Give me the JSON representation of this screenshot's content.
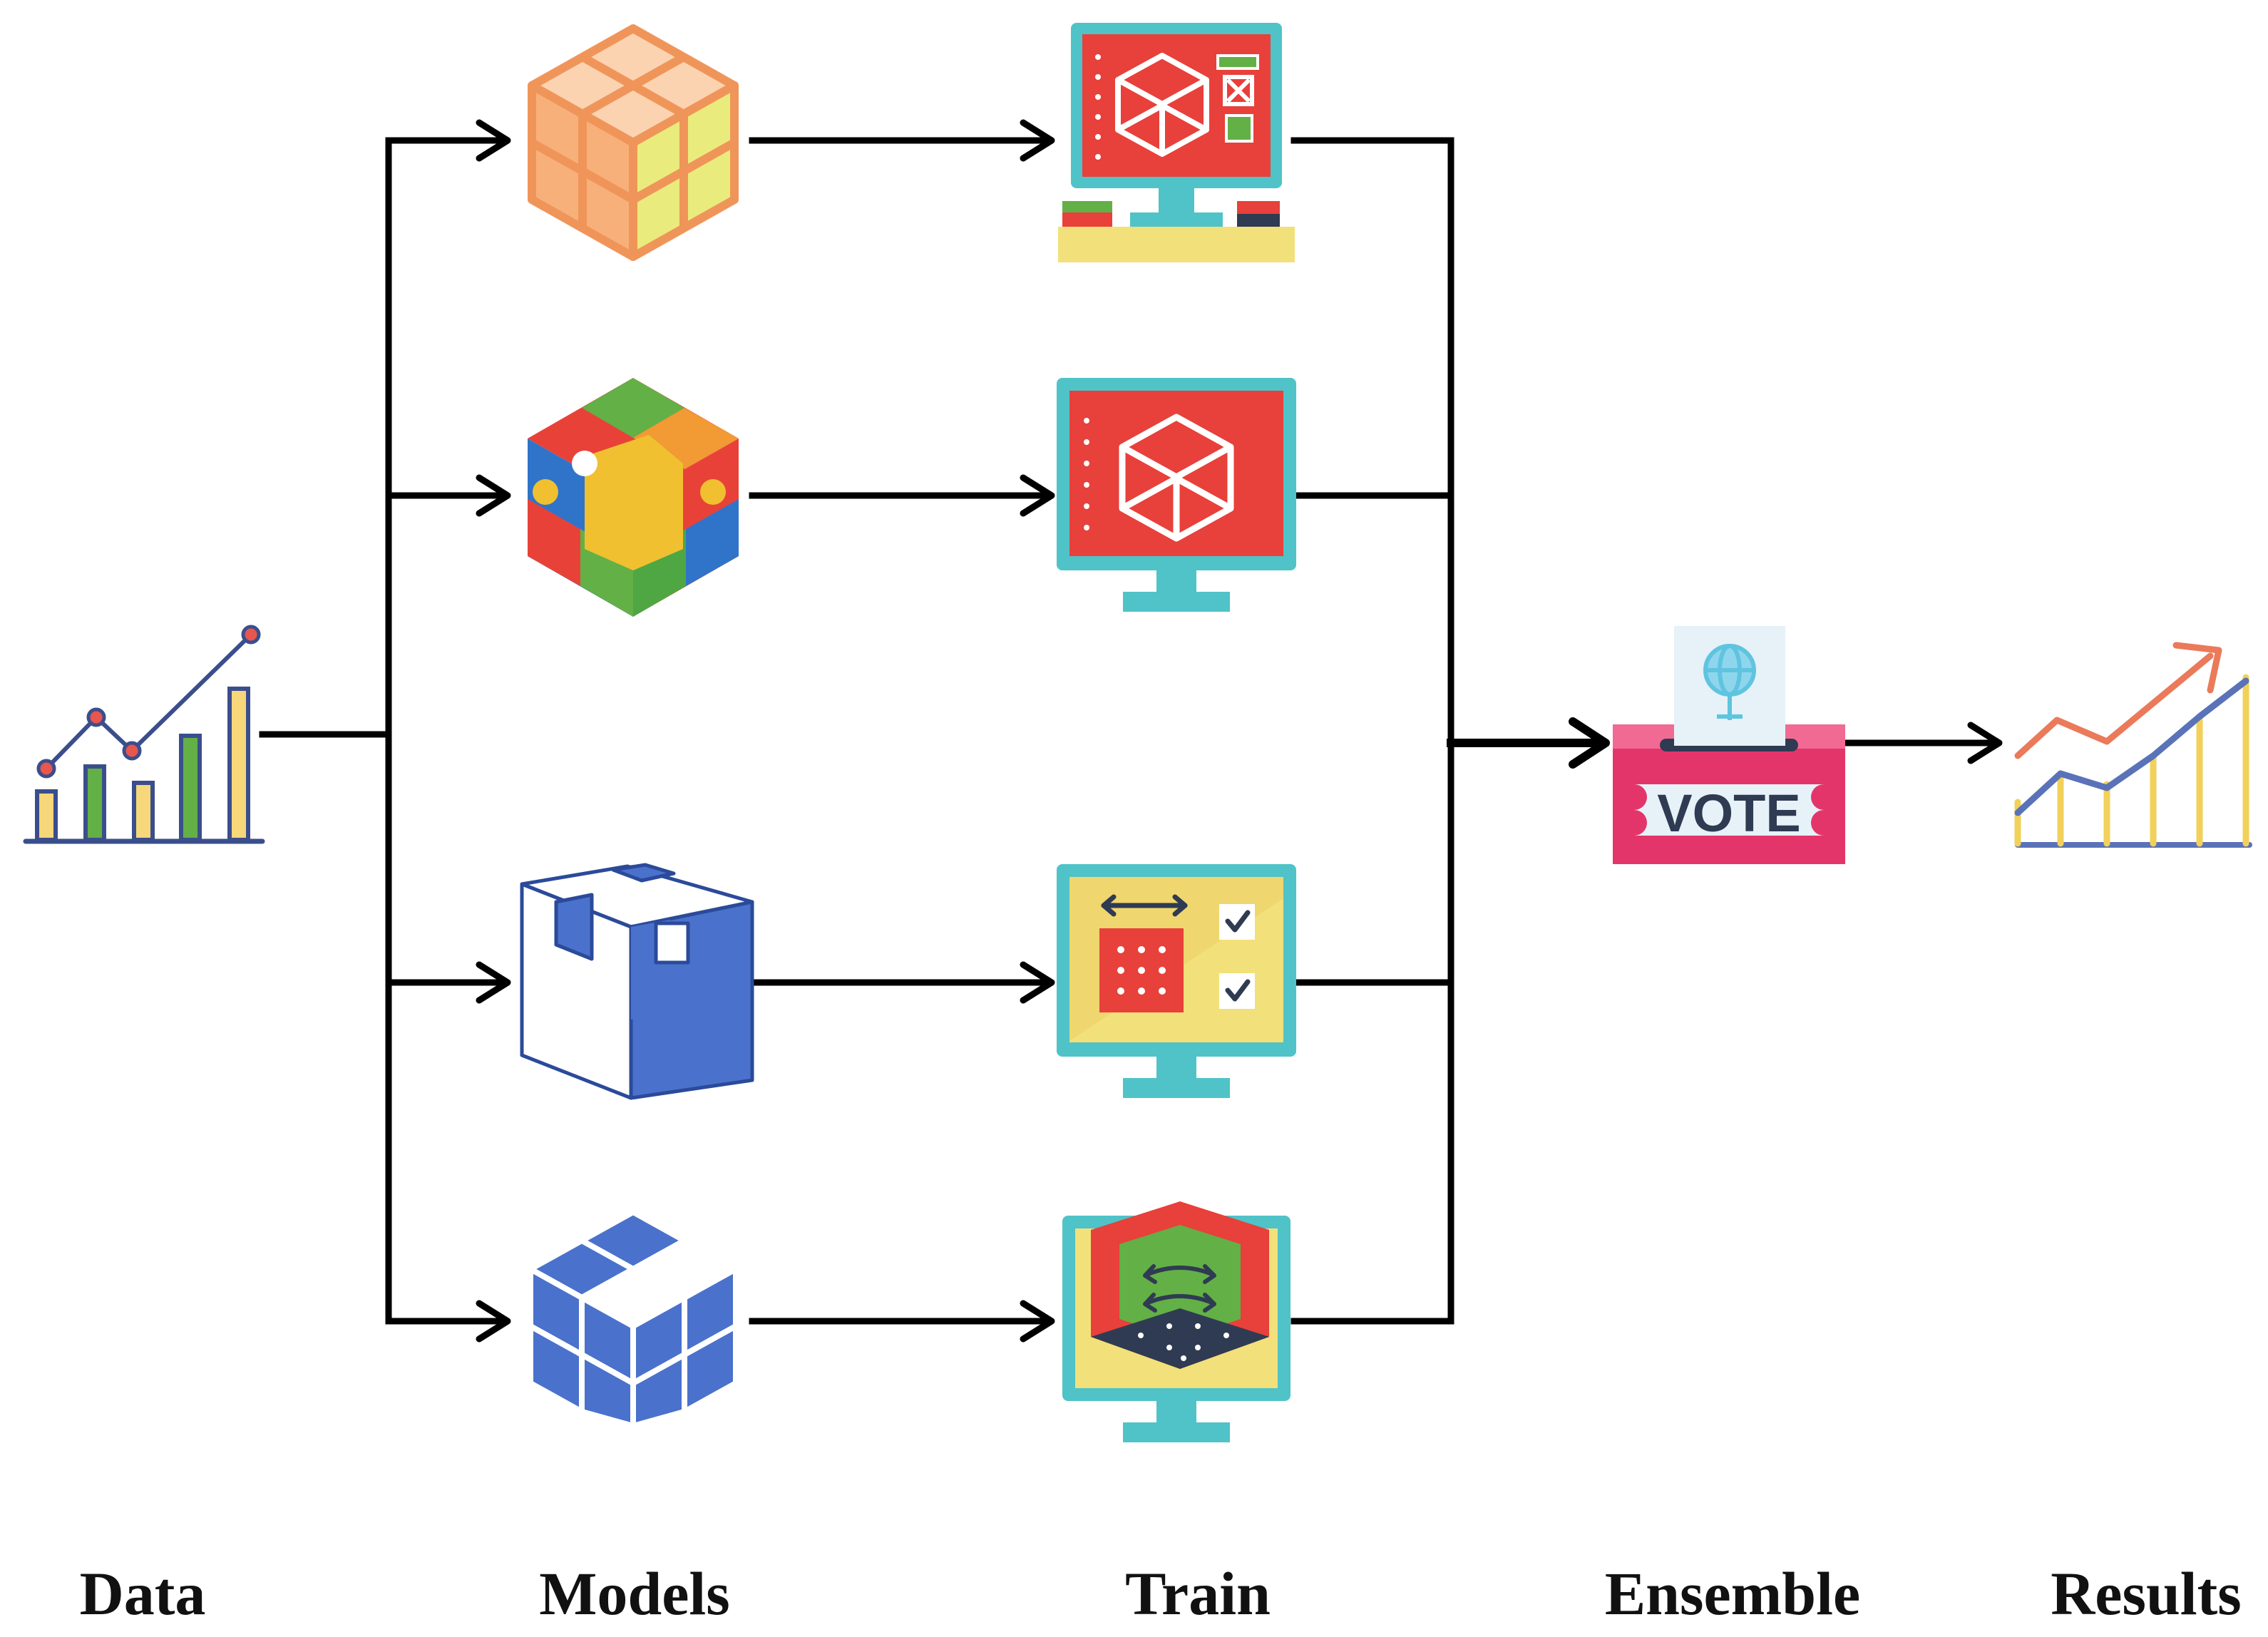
{
  "stages": {
    "data": "Data",
    "models": "Models",
    "train": "Train",
    "ensemble": "Ensemble",
    "results": "Results"
  },
  "ballot_box": {
    "label": "VOTE"
  },
  "icons": {
    "data": "bar-line-chart-icon",
    "models": [
      "orange-cube-icon",
      "puzzle-cube-icon",
      "cardboard-box-icon",
      "blue-blocks-cube-icon"
    ],
    "train": [
      "computer-cube-design-icon",
      "monitor-cube-icon",
      "monitor-layout-checklist-icon",
      "monitor-3d-room-icon"
    ],
    "ensemble": "ballot-box-icon",
    "results": "growth-chart-icon"
  },
  "colors": {
    "line": "#000000",
    "orange": "#f0955a",
    "yellow": "#f2e07a",
    "blue": "#4a72cc",
    "teal": "#4fc3c8",
    "red": "#e8403a",
    "pink": "#e4356a",
    "green": "#63b046"
  }
}
